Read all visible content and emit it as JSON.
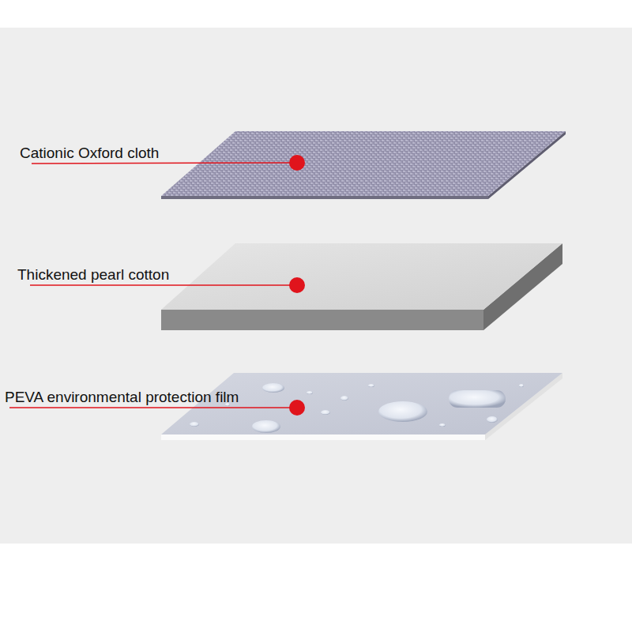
{
  "diagram": {
    "labels": [
      "Cationic Oxford cloth",
      "Thickened pearl cotton",
      "PEVA environmental protection film"
    ]
  }
}
